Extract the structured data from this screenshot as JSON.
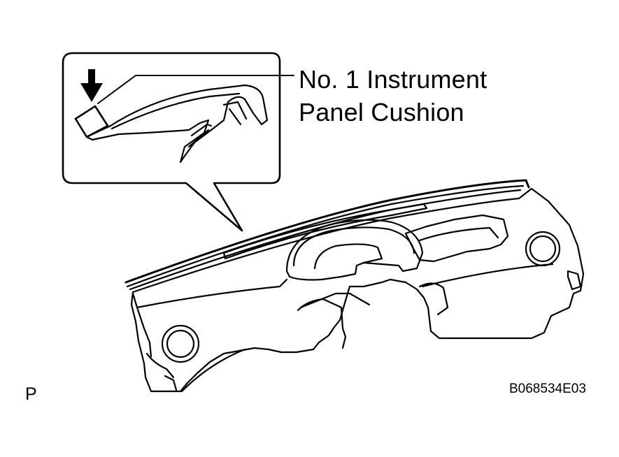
{
  "callout": {
    "line1": "No. 1 Instrument",
    "line2": "Panel Cushion"
  },
  "figure_code": "B068534E03",
  "view_letter": "P",
  "icons": {
    "push_arrow": "down-arrow-icon"
  }
}
